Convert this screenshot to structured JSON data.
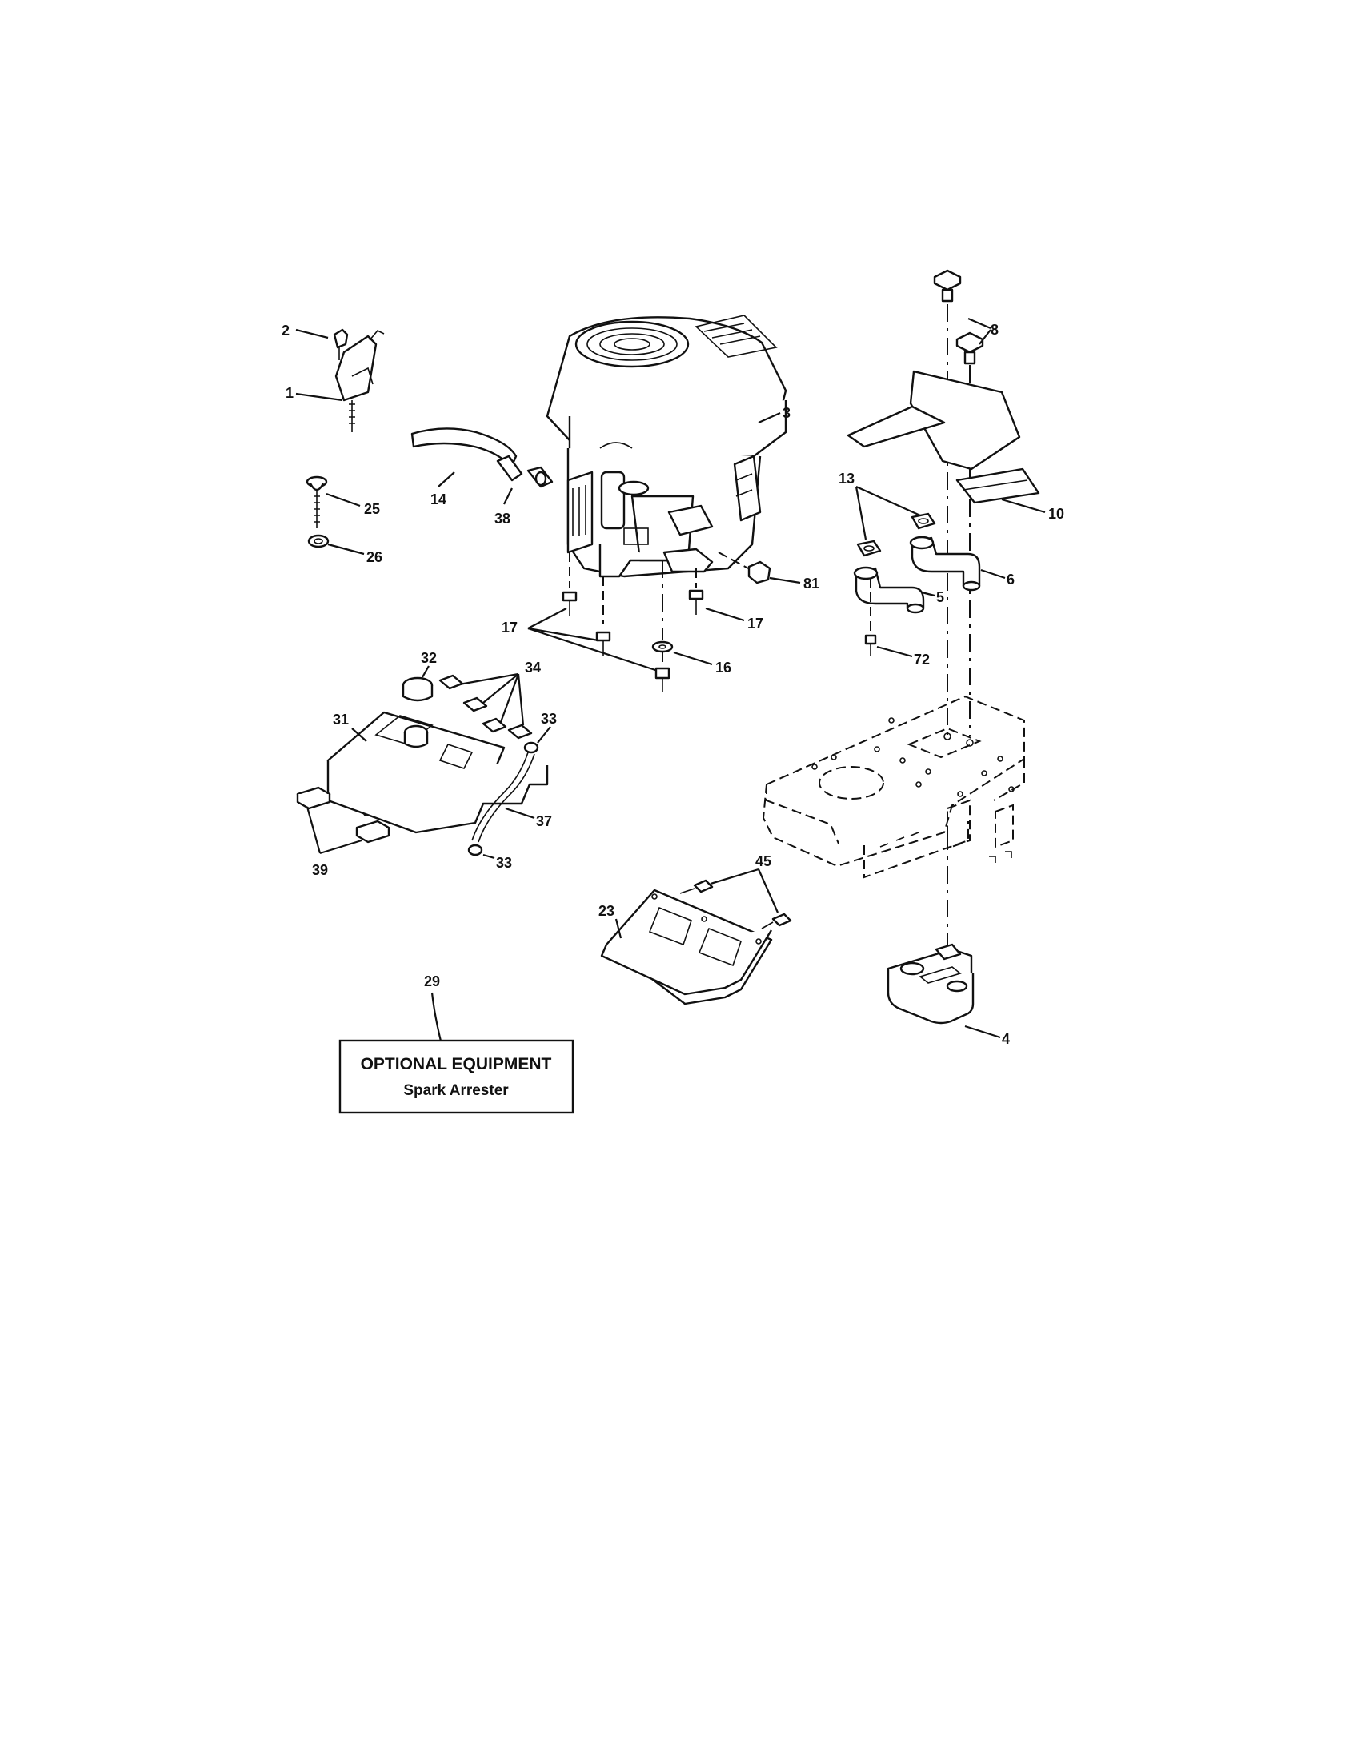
{
  "labels": {
    "l1": "1",
    "l2": "2",
    "l3": "3",
    "l4": "4",
    "l5": "5",
    "l6": "6",
    "l8": "8",
    "l10": "10",
    "l13": "13",
    "l14": "14",
    "l16": "16",
    "l17a": "17",
    "l17b": "17",
    "l23": "23",
    "l25": "25",
    "l26": "26",
    "l29": "29",
    "l31": "31",
    "l32": "32",
    "l33a": "33",
    "l33b": "33",
    "l34": "34",
    "l37": "37",
    "l38": "38",
    "l39": "39",
    "l45": "45",
    "l72": "72",
    "l81": "81"
  },
  "optional_box": {
    "title": "OPTIONAL EQUIPMENT",
    "subtitle": "Spark Arrester"
  }
}
